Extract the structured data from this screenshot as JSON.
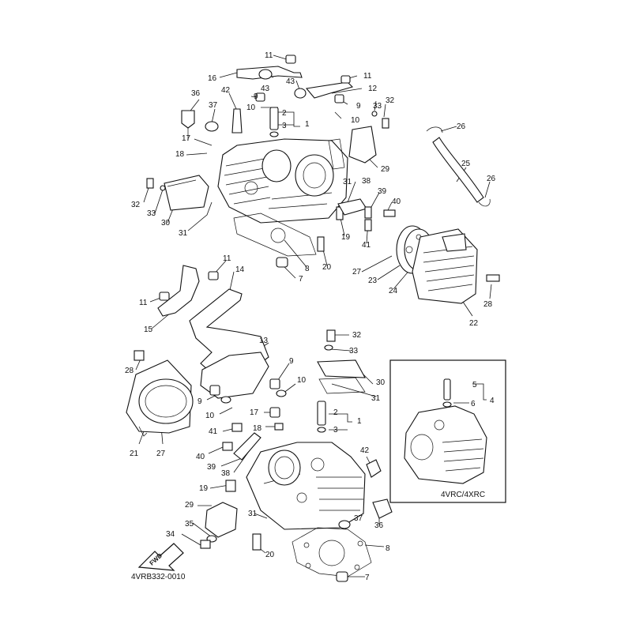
{
  "diagram": {
    "drawing_code": "4VRB332-0010",
    "inset_label": "4VRC/4XRC",
    "fwd_label": "FWD"
  },
  "callouts": [
    {
      "id": "c-11a",
      "text": "11"
    },
    {
      "id": "c-16",
      "text": "16"
    },
    {
      "id": "c-43a",
      "text": "43"
    },
    {
      "id": "c-43b",
      "text": "43"
    },
    {
      "id": "c-11b",
      "text": "11"
    },
    {
      "id": "c-12",
      "text": "12"
    },
    {
      "id": "c-42a",
      "text": "42"
    },
    {
      "id": "c-9a",
      "text": "9"
    },
    {
      "id": "c-9b",
      "text": "9"
    },
    {
      "id": "c-36a",
      "text": "36"
    },
    {
      "id": "c-37a",
      "text": "37"
    },
    {
      "id": "c-10a",
      "text": "10"
    },
    {
      "id": "c-2a",
      "text": "2"
    },
    {
      "id": "c-1a",
      "text": "1"
    },
    {
      "id": "c-3a",
      "text": "3"
    },
    {
      "id": "c-10b",
      "text": "10"
    },
    {
      "id": "c-33a",
      "text": "33"
    },
    {
      "id": "c-32a",
      "text": "32"
    },
    {
      "id": "c-26a",
      "text": "26"
    },
    {
      "id": "c-17a",
      "text": "17"
    },
    {
      "id": "c-18a",
      "text": "18"
    },
    {
      "id": "c-29a",
      "text": "29"
    },
    {
      "id": "c-25",
      "text": "25"
    },
    {
      "id": "c-31a",
      "text": "31"
    },
    {
      "id": "c-38a",
      "text": "38"
    },
    {
      "id": "c-26b",
      "text": "26"
    },
    {
      "id": "c-39a",
      "text": "39"
    },
    {
      "id": "c-40a",
      "text": "40"
    },
    {
      "id": "c-32b",
      "text": "32"
    },
    {
      "id": "c-33b",
      "text": "33"
    },
    {
      "id": "c-30a",
      "text": "30"
    },
    {
      "id": "c-31b",
      "text": "31"
    },
    {
      "id": "c-19a",
      "text": "19"
    },
    {
      "id": "c-41a",
      "text": "41"
    },
    {
      "id": "c-20a",
      "text": "20"
    },
    {
      "id": "c-8a",
      "text": "8"
    },
    {
      "id": "c-27a",
      "text": "27"
    },
    {
      "id": "c-23",
      "text": "23"
    },
    {
      "id": "c-24",
      "text": "24"
    },
    {
      "id": "c-7a",
      "text": "7"
    },
    {
      "id": "c-28a",
      "text": "28"
    },
    {
      "id": "c-22",
      "text": "22"
    },
    {
      "id": "c-11c",
      "text": "11"
    },
    {
      "id": "c-14",
      "text": "14"
    },
    {
      "id": "c-11d",
      "text": "11"
    },
    {
      "id": "c-15",
      "text": "15"
    },
    {
      "id": "c-32c",
      "text": "32"
    },
    {
      "id": "c-33c",
      "text": "33"
    },
    {
      "id": "c-13",
      "text": "13"
    },
    {
      "id": "c-28b",
      "text": "28"
    },
    {
      "id": "c-9c",
      "text": "9"
    },
    {
      "id": "c-30b",
      "text": "30"
    },
    {
      "id": "c-10c",
      "text": "10"
    },
    {
      "id": "c-31c",
      "text": "31"
    },
    {
      "id": "c-9d",
      "text": "9"
    },
    {
      "id": "c-5",
      "text": "5"
    },
    {
      "id": "c-4",
      "text": "4"
    },
    {
      "id": "c-6",
      "text": "6"
    },
    {
      "id": "c-10d",
      "text": "10"
    },
    {
      "id": "c-17b",
      "text": "17"
    },
    {
      "id": "c-2b",
      "text": "2"
    },
    {
      "id": "c-1b",
      "text": "1"
    },
    {
      "id": "c-18b",
      "text": "18"
    },
    {
      "id": "c-3b",
      "text": "3"
    },
    {
      "id": "c-41b",
      "text": "41"
    },
    {
      "id": "c-21",
      "text": "21"
    },
    {
      "id": "c-27b",
      "text": "27"
    },
    {
      "id": "c-40b",
      "text": "40"
    },
    {
      "id": "c-39b",
      "text": "39"
    },
    {
      "id": "c-42b",
      "text": "42"
    },
    {
      "id": "c-38b",
      "text": "38"
    },
    {
      "id": "c-19b",
      "text": "19"
    },
    {
      "id": "c-29b",
      "text": "29"
    },
    {
      "id": "c-31d",
      "text": "31"
    },
    {
      "id": "c-37b",
      "text": "37"
    },
    {
      "id": "c-36b",
      "text": "36"
    },
    {
      "id": "c-35",
      "text": "35"
    },
    {
      "id": "c-34",
      "text": "34"
    },
    {
      "id": "c-20b",
      "text": "20"
    },
    {
      "id": "c-8b",
      "text": "8"
    },
    {
      "id": "c-7b",
      "text": "7"
    }
  ]
}
